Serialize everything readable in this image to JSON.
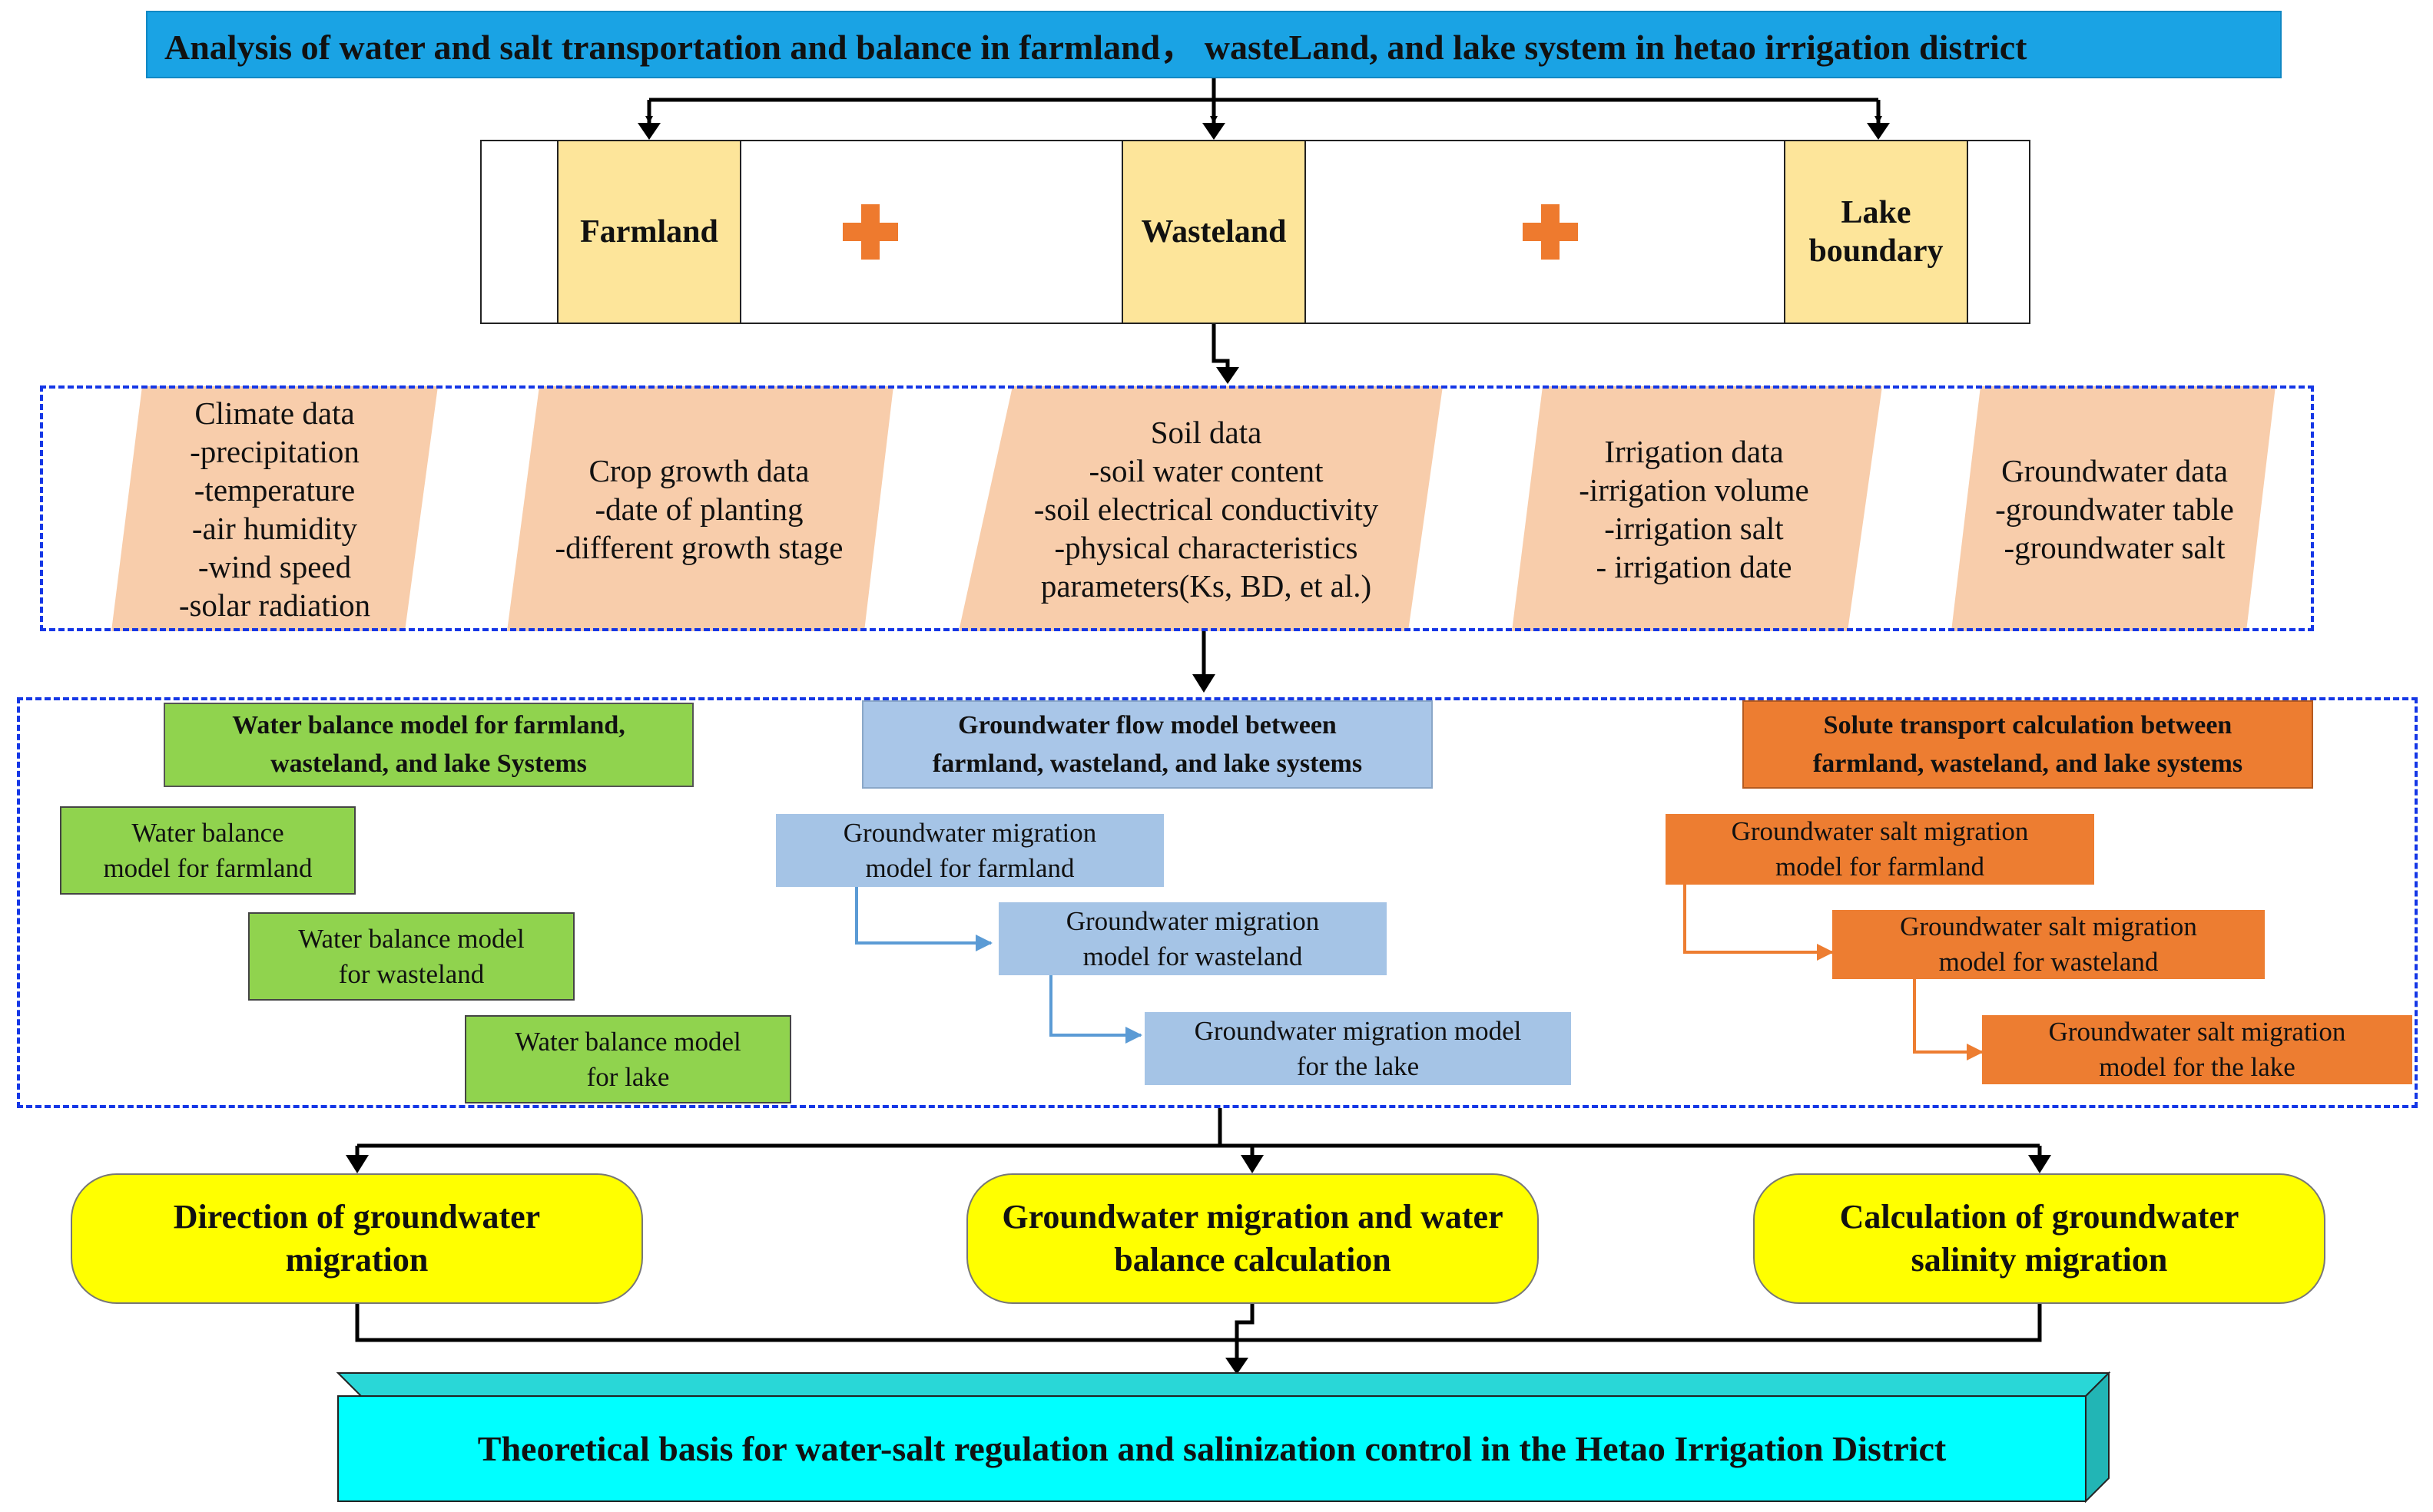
{
  "title": "Analysis of water and salt transportation and balance in farmland， wasteLand, and lake system in hetao irrigation district",
  "land_types": {
    "farmland": "Farmland",
    "wasteland": "Wasteland",
    "lake_line1": "Lake",
    "lake_line2": "boundary"
  },
  "data_inputs": [
    {
      "lines": [
        "Climate data",
        "-precipitation",
        "-temperature",
        "-air humidity",
        "-wind speed",
        "-solar radiation"
      ]
    },
    {
      "lines": [
        "Crop growth data",
        "-date of planting",
        "-different growth stage"
      ]
    },
    {
      "lines": [
        "Soil data",
        "-soil water content",
        "-soil electrical conductivity",
        "-physical characteristics",
        "parameters(Ks, BD, et al.)"
      ]
    },
    {
      "lines": [
        "Irrigation data",
        "-irrigation volume",
        "-irrigation  salt",
        "- irrigation date"
      ]
    },
    {
      "lines": [
        "Groundwater data",
        "-groundwater table",
        "-groundwater salt"
      ]
    }
  ],
  "models": {
    "water_balance": {
      "heading": [
        "Water balance model for farmland,",
        "wasteland, and lake Systems"
      ],
      "items": [
        [
          "Water balance",
          "model for farmland"
        ],
        [
          "Water balance model",
          "for wasteland"
        ],
        [
          "Water balance model",
          "for lake"
        ]
      ]
    },
    "groundwater_flow": {
      "heading": [
        "Groundwater flow model between",
        "farmland, wasteland, and lake systems"
      ],
      "items": [
        [
          "Groundwater migration",
          "model for farmland"
        ],
        [
          "Groundwater migration",
          "model for wasteland"
        ],
        [
          "Groundwater migration model",
          "for the lake"
        ]
      ]
    },
    "solute_transport": {
      "heading": [
        "Solute transport calculation between",
        "farmland, wasteland, and lake systems"
      ],
      "items": [
        [
          "Groundwater salt migration",
          "model for farmland"
        ],
        [
          "Groundwater salt migration",
          "model for wasteland"
        ],
        [
          "Groundwater salt migration",
          "model for the lake"
        ]
      ]
    }
  },
  "outcomes": [
    [
      "Direction of groundwater",
      "migration"
    ],
    [
      "Groundwater migration and water",
      "balance calculation"
    ],
    [
      "Calculation of groundwater",
      "salinity migration"
    ]
  ],
  "final": "Theoretical basis for water-salt regulation and salinization control in the Hetao Irrigation District",
  "colors": {
    "title_bg": "#1aa3e4",
    "land_bg": "#fde59a",
    "plus": "#ee7a2e",
    "data_bg": "#f8cdab",
    "dash": "#1537e6",
    "green": "#90d34e",
    "blue": "#a9c6e8",
    "orange": "#ed7d31",
    "yellow": "#ffff00",
    "cyan": "#00ffff"
  }
}
